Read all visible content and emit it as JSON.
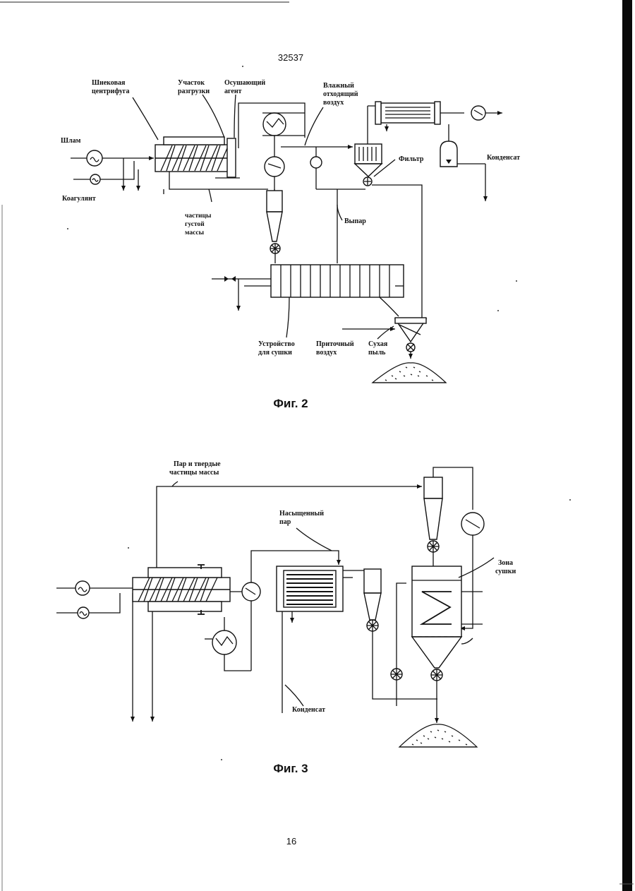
{
  "page": {
    "doc_number": "32537",
    "page_number": "16"
  },
  "fig2": {
    "caption": "Фиг. 2",
    "labels": {
      "screw_centrifuge_1": "Шнековая",
      "screw_centrifuge_2": "центрифуга",
      "discharge_1": "Участок",
      "discharge_2": "разгрузки",
      "drying_agent_1": "Осушающий",
      "drying_agent_2": "агент",
      "wet_air_1": "Влажный",
      "wet_air_2": "отходящий",
      "wet_air_3": "воздух",
      "sludge": "Шлам",
      "coagulant": "Коагулянт",
      "filter": "Фильтр",
      "condensate": "Конденсат",
      "particles_1": "частицы",
      "particles_2": "густой",
      "particles_3": "массы",
      "vapor": "Выпар",
      "dryer_1": "Устройство",
      "dryer_2": "для сушки",
      "supply_air_1": "Приточный",
      "supply_air_2": "воздух",
      "dry_dust_1": "Сухая",
      "dry_dust_2": "пыль"
    }
  },
  "fig3": {
    "caption": "Фиг. 3",
    "labels": {
      "steam_solids_1": "Пар и твердые",
      "steam_solids_2": "частицы массы",
      "saturated_steam_1": "Насыщенный",
      "saturated_steam_2": "пар",
      "drying_zone_1": "Зона",
      "drying_zone_2": "сушки",
      "condensate": "Конденсат"
    }
  }
}
